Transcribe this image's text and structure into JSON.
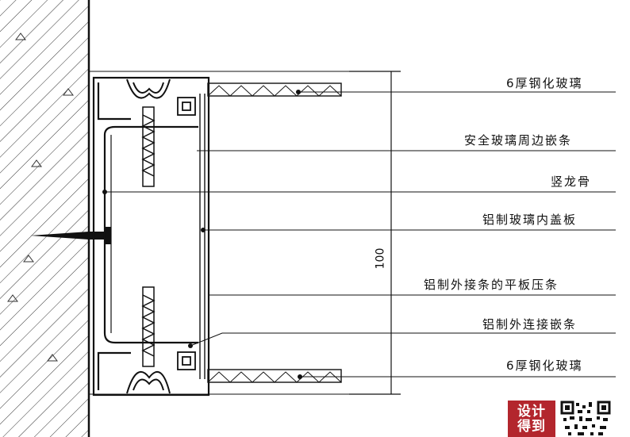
{
  "labels": {
    "glass_top": "6厚钢化玻璃",
    "edge_strip": "安全玻璃周边嵌条",
    "mullion": "竖龙骨",
    "inner_cover": "铝制玻璃内盖板",
    "outer_press": "铝制外接条的平板压条",
    "outer_strip": "铝制外连接嵌条",
    "glass_bottom": "6厚钢化玻璃"
  },
  "dimension": {
    "value": "100"
  },
  "watermark": {
    "badge_line1": "设计",
    "badge_line2": "得到"
  },
  "colors": {
    "ink": "#111111",
    "badge": "#b3262d"
  }
}
